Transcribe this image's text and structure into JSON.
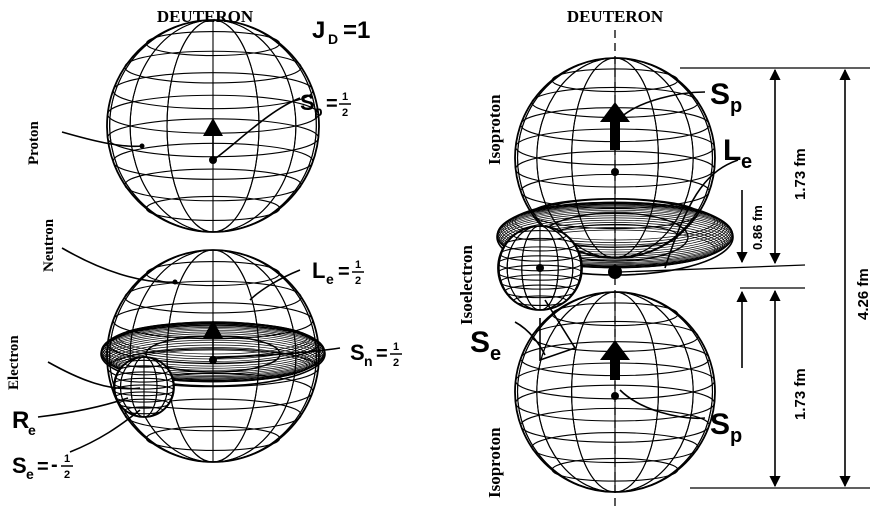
{
  "left_panel": {
    "title": "DEUTERON",
    "jd": {
      "base": "J",
      "sub": "D",
      "rest": "=1"
    },
    "proton_label": "Proton",
    "neutron_label": "Neutron",
    "electron_label": "Electron",
    "sp": {
      "base": "S",
      "sub": "p",
      "eq": "=",
      "num": "1",
      "den": "2"
    },
    "le": {
      "base": "L",
      "sub": "e",
      "eq": "=",
      "num": "1",
      "den": "2"
    },
    "sn": {
      "base": "S",
      "sub": "n",
      "eq": "=",
      "num": "1",
      "den": "2"
    },
    "re": {
      "base": "R",
      "sub": "e"
    },
    "se": {
      "base": "S",
      "sub": "e",
      "eq": "=",
      "sign": "-",
      "num": "1",
      "den": "2"
    }
  },
  "right_panel": {
    "title": "DEUTERON",
    "isoproton_top": "Isoproton",
    "isoelectron": "Isoelectron",
    "isoproton_bottom": "Isoproton",
    "sp_top": {
      "base": "S",
      "sub": "p"
    },
    "le": {
      "base": "L",
      "sub": "e"
    },
    "se": {
      "base": "S",
      "sub": "e"
    },
    "sp_bottom": {
      "base": "S",
      "sub": "p"
    },
    "dim_top": "1.73 fm",
    "dim_small": "0.86 fm",
    "dim_bottom": "1.73 fm",
    "dim_total": "4.26 fm"
  }
}
